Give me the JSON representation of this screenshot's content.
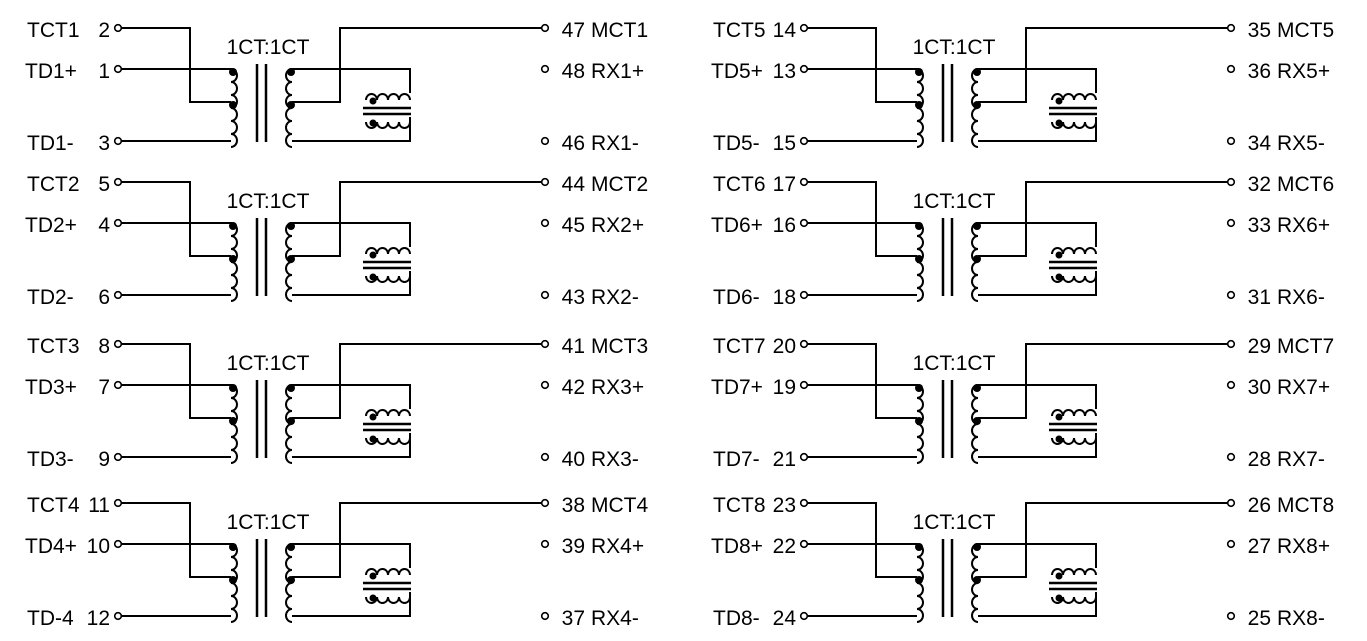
{
  "channels": [
    {
      "id": 1,
      "ct": "TCT1",
      "ct_pin": "2",
      "p": "TD1+",
      "p_pin": "1",
      "n": "TD1-",
      "n_pin": "3",
      "ratio": "1CT:1CT",
      "r_ct_pin": "47",
      "r_ct": "MCT1",
      "r_p_pin": "48",
      "r_p": "RX1+",
      "r_n_pin": "46",
      "r_n": "RX1-"
    },
    {
      "id": 2,
      "ct": "TCT2",
      "ct_pin": "5",
      "p": "TD2+",
      "p_pin": "4",
      "n": "TD2-",
      "n_pin": "6",
      "ratio": "1CT:1CT",
      "r_ct_pin": "44",
      "r_ct": "MCT2",
      "r_p_pin": "45",
      "r_p": "RX2+",
      "r_n_pin": "43",
      "r_n": "RX2-"
    },
    {
      "id": 3,
      "ct": "TCT3",
      "ct_pin": "8",
      "p": "TD3+",
      "p_pin": "7",
      "n": "TD3-",
      "n_pin": "9",
      "ratio": "1CT:1CT",
      "r_ct_pin": "41",
      "r_ct": "MCT3",
      "r_p_pin": "42",
      "r_p": "RX3+",
      "r_n_pin": "40",
      "r_n": "RX3-"
    },
    {
      "id": 4,
      "ct": "TCT4",
      "ct_pin": "11",
      "p": "TD4+",
      "p_pin": "10",
      "n": "TD-4",
      "n_pin": "12",
      "ratio": "1CT:1CT",
      "r_ct_pin": "38",
      "r_ct": "MCT4",
      "r_p_pin": "39",
      "r_p": "RX4+",
      "r_n_pin": "37",
      "r_n": "RX4-"
    },
    {
      "id": 5,
      "ct": "TCT5",
      "ct_pin": "14",
      "p": "TD5+",
      "p_pin": "13",
      "n": "TD5-",
      "n_pin": "15",
      "ratio": "1CT:1CT",
      "r_ct_pin": "35",
      "r_ct": "MCT5",
      "r_p_pin": "36",
      "r_p": "RX5+",
      "r_n_pin": "34",
      "r_n": "RX5-"
    },
    {
      "id": 6,
      "ct": "TCT6",
      "ct_pin": "17",
      "p": "TD6+",
      "p_pin": "16",
      "n": "TD6-",
      "n_pin": "18",
      "ratio": "1CT:1CT",
      "r_ct_pin": "32",
      "r_ct": "MCT6",
      "r_p_pin": "33",
      "r_p": "RX6+",
      "r_n_pin": "31",
      "r_n": "RX6-"
    },
    {
      "id": 7,
      "ct": "TCT7",
      "ct_pin": "20",
      "p": "TD7+",
      "p_pin": "19",
      "n": "TD7-",
      "n_pin": "21",
      "ratio": "1CT:1CT",
      "r_ct_pin": "29",
      "r_ct": "MCT7",
      "r_p_pin": "30",
      "r_p": "RX7+",
      "r_n_pin": "28",
      "r_n": "RX7-"
    },
    {
      "id": 8,
      "ct": "TCT8",
      "ct_pin": "23",
      "p": "TD8+",
      "p_pin": "22",
      "n": "TD8-",
      "n_pin": "24",
      "ratio": "1CT:1CT",
      "r_ct_pin": "26",
      "r_ct": "MCT8",
      "r_p_pin": "27",
      "r_p": "RX8+",
      "r_n_pin": "25",
      "r_n": "RX8-"
    }
  ],
  "colors": {
    "line": "#000000",
    "background": "#ffffff"
  }
}
